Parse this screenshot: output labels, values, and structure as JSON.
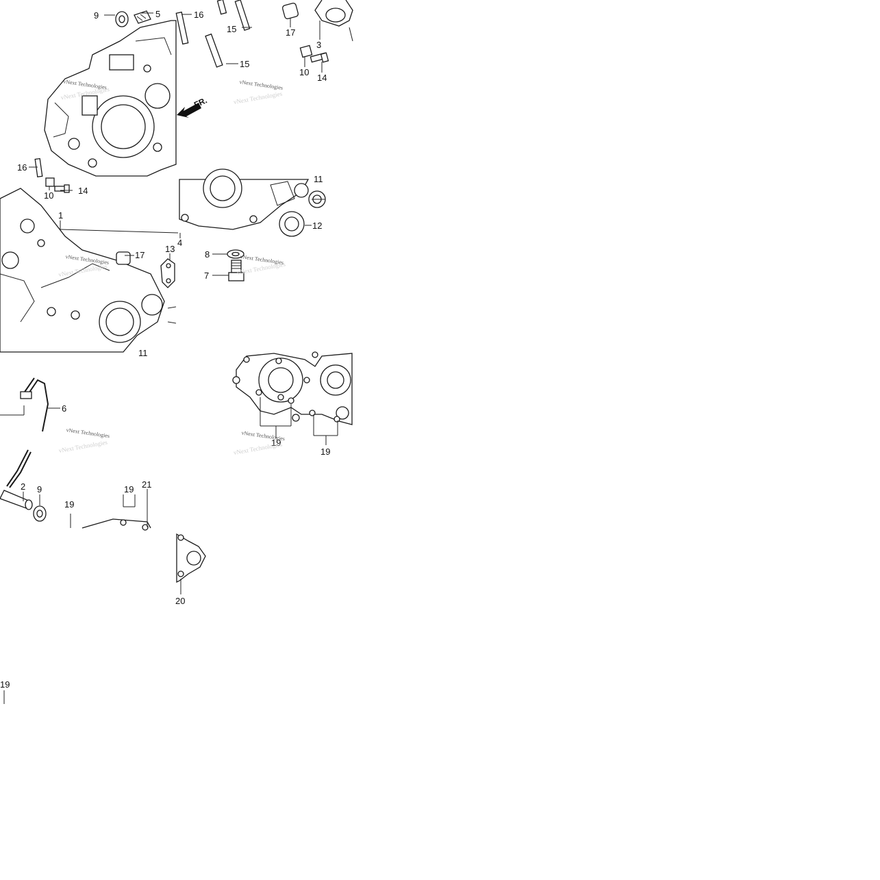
{
  "colors": {
    "line": "#1a1a1a",
    "background": "#ffffff",
    "watermark": "#555555"
  },
  "front_arrow_label": "FR.",
  "watermark_text": "vNext Technologies",
  "callouts": {
    "c9a": "9",
    "c5": "5",
    "c16a": "16",
    "c15a": "15",
    "c17a": "17",
    "c3": "3",
    "c15b": "15",
    "c10a": "10",
    "c14a": "14",
    "c16b": "16",
    "c10b": "10",
    "c14b": "14",
    "c1": "1",
    "c4": "4",
    "c13": "13",
    "c17b": "17",
    "c11a": "11",
    "c11b": "11",
    "c12": "12",
    "c8": "8",
    "c7": "7",
    "c6": "6",
    "c2": "2",
    "c9b": "9",
    "c19a": "19",
    "c21": "21",
    "c19b": "19",
    "c19c": "19",
    "c19d": "19",
    "c20": "20",
    "c19e": "19"
  }
}
